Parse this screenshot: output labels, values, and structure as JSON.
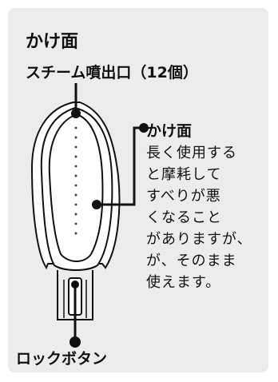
{
  "panel_title": "かけ面",
  "labels": {
    "steam_vents": "スチーム噴出口（12個）",
    "lock_button": "ロックボタン"
  },
  "callout": {
    "title": "かけ面",
    "lines": [
      "長く使用する",
      "と摩耗して",
      "すべりが悪",
      "くなること",
      "がありますが、",
      "が、そのまま",
      "使えます。"
    ]
  },
  "colors": {
    "panel_bg": "#ececec",
    "line": "#111111"
  }
}
